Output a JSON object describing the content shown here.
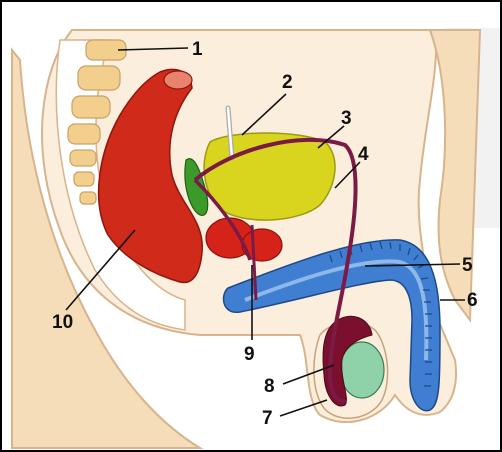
{
  "labels": [
    {
      "id": "1",
      "text": "1"
    },
    {
      "id": "2",
      "text": "2"
    },
    {
      "id": "3",
      "text": "3"
    },
    {
      "id": "4",
      "text": "4"
    },
    {
      "id": "5",
      "text": "5"
    },
    {
      "id": "6",
      "text": "6"
    },
    {
      "id": "7",
      "text": "7"
    },
    {
      "id": "8",
      "text": "8"
    },
    {
      "id": "9",
      "text": "9"
    },
    {
      "id": "10",
      "text": "10"
    }
  ],
  "colors": {
    "skin": "#f6ddb9",
    "skin_outline": "#c9a27a",
    "vertebra": "#f3cf8e",
    "rectum": "#cf2a1a",
    "bladder": "#d9d41e",
    "seminal_vesicle": "#3a9a2a",
    "prostate": "#d6231a",
    "urethra_body": "#3f7ed1",
    "duct": "#7a1a45",
    "testis": "#8fd1a8",
    "epididymis": "#7a0f2e",
    "frame": "#000000"
  }
}
